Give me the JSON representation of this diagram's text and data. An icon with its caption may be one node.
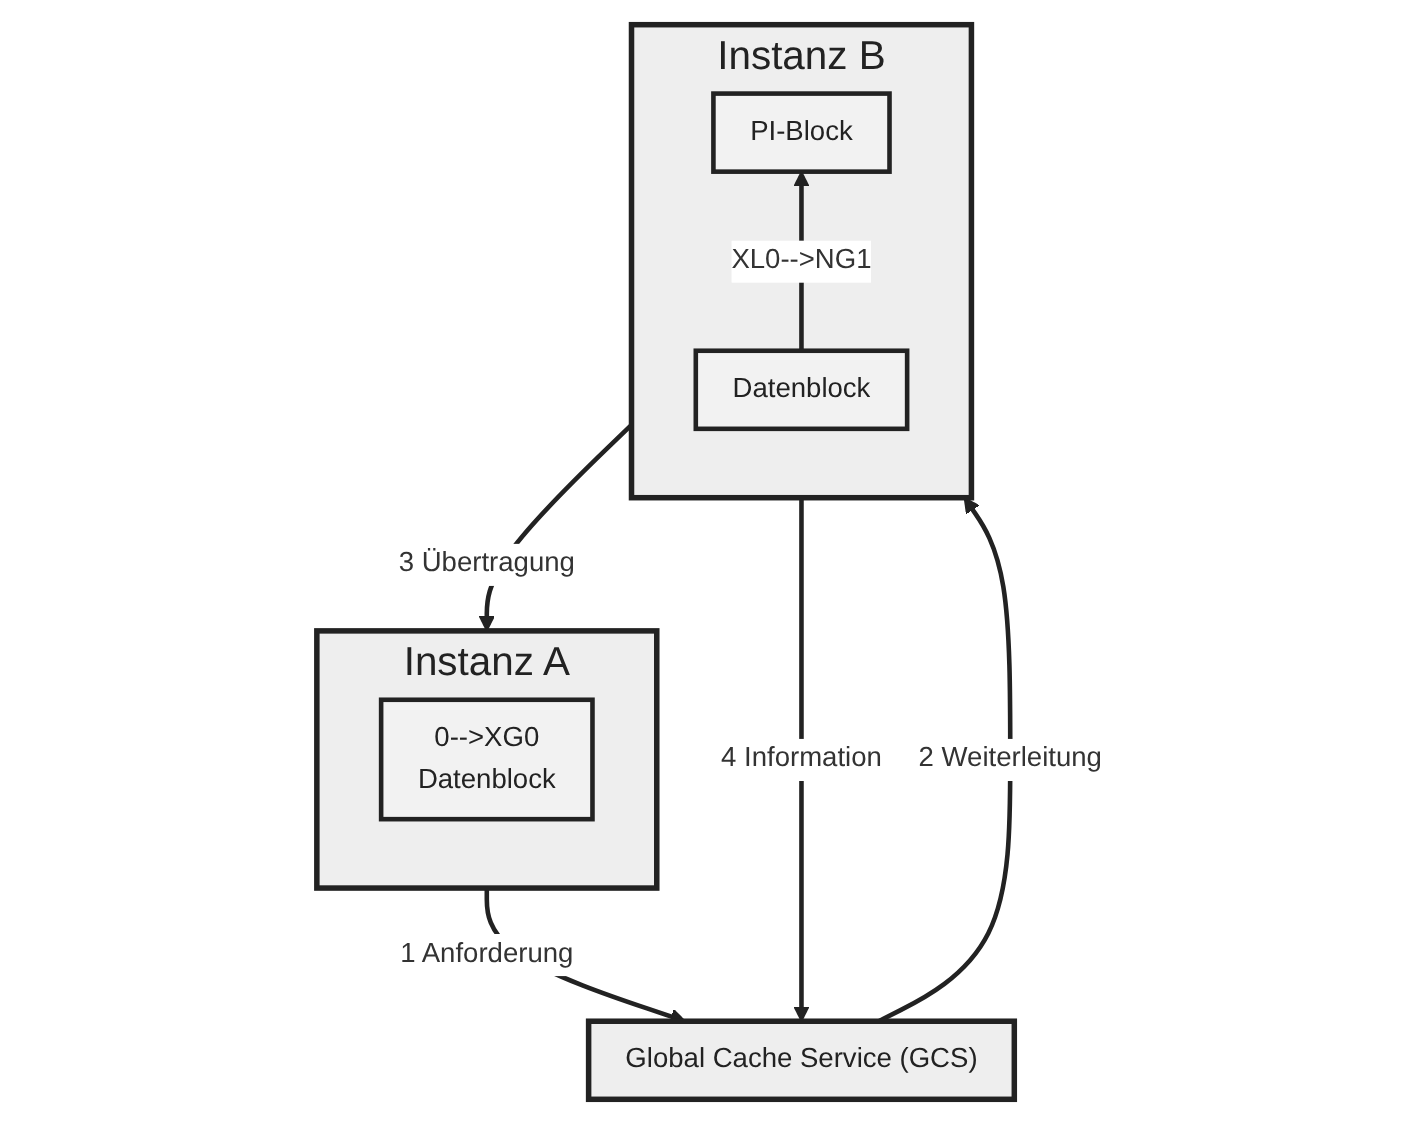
{
  "diagram": {
    "nodes": [
      {
        "text": [
          "Global Cache Service (GCS)"
        ]
      },
      {
        "text": [
          "Instanz A"
        ]
      },
      {
        "text": [
          "0-->XG0",
          "Datenblock"
        ],
        "in": 1
      },
      {
        "text": [
          "Instanz B"
        ]
      },
      {
        "text": [
          "PI-Block"
        ],
        "in": 3
      },
      {
        "text": [
          "Datenblock"
        ],
        "in": 3
      }
    ],
    "edges": [
      {
        "from": 1,
        "to": 0,
        "arrow": "to",
        "label": "1 Anforderung"
      },
      {
        "from": 0,
        "to": 3,
        "arrow": "to",
        "label": "2 Weiterleitung"
      },
      {
        "from": 3,
        "to": 1,
        "arrow": "to",
        "label": "3 Übertragung"
      },
      {
        "from": 3,
        "to": 0,
        "arrow": "to",
        "label": "4 Information"
      },
      {
        "from": 5,
        "to": 4,
        "arrow": "to",
        "label": "XL0-->NG1"
      }
    ]
  }
}
